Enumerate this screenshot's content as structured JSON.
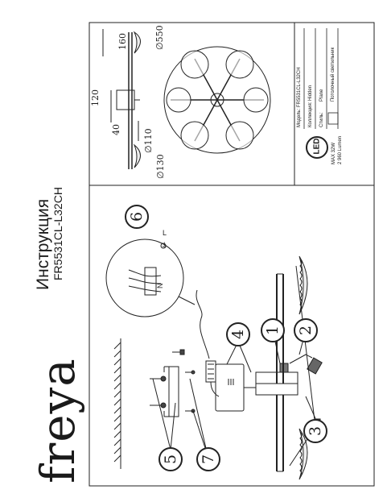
{
  "brand": "freya",
  "header": {
    "title": "Инструкция",
    "model": "FR5531CL-L32CH"
  },
  "callouts": [
    "1",
    "2",
    "3",
    "4",
    "5",
    "6",
    "7"
  ],
  "wiring": {
    "label_l": "L",
    "label_n": "N",
    "label_earth": "⏚"
  },
  "dimensions": {
    "d550": "∅550",
    "w160": "160",
    "h120": "120",
    "h40": "40",
    "d110": "∅110",
    "d130": "∅130"
  },
  "specs": {
    "model_line": "Модель: FR5531CL-L32CH",
    "collection_line": "Коллекция: Hidden",
    "style_label": "Стиль:",
    "style_value": "Plane",
    "type_line": "Потолочный светильник",
    "power": "MAX 32W",
    "lumen": "2 960 Lumen",
    "led": "LED"
  }
}
